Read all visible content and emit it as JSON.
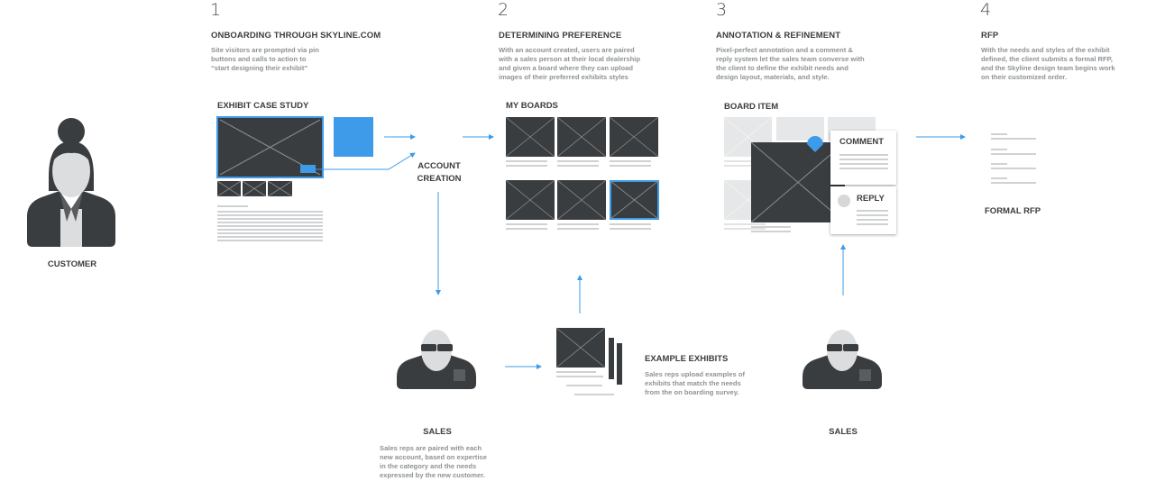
{
  "steps": [
    {
      "number": "1",
      "title": "ONBOARDING THROUGH SKYLINE.COM",
      "lines": [
        "Site visitors are prompted via pin",
        "buttons and calls to action to",
        "“start designing their exhibit”"
      ]
    },
    {
      "number": "2",
      "title": "DETERMINING PREFERENCE",
      "lines": [
        "With an account created, users are paired",
        "with a sales person at their local dealership",
        "and given a board where they can upload",
        "images of their preferred exhibits styles"
      ]
    },
    {
      "number": "3",
      "title": "ANNOTATION & REFINEMENT",
      "lines": [
        "Pixel-perfect annotation and a comment &",
        "reply system let the sales team converse with",
        "the client to define the exhibit needs and",
        "design layout, materials, and style."
      ]
    },
    {
      "number": "4",
      "title": "RFP",
      "lines": [
        "With the needs and styles of the exhibit",
        "defined, the client submits a formal RFP,",
        "and the Skyline design team begins work",
        "on their customized order."
      ]
    }
  ],
  "labels": {
    "customer": "CUSTOMER",
    "exhibit_case_study": "EXHIBIT CASE STUDY",
    "account_creation_1": "ACCOUNT",
    "account_creation_2": "CREATION",
    "my_boards": "MY BOARDS",
    "board_item": "BOARD ITEM",
    "comment": "COMMENT",
    "reply": "REPLY",
    "formal_rfp": "FORMAL RFP",
    "sales_left": "SALES",
    "sales_right": "SALES",
    "example_exhibits": "EXAMPLE EXHIBITS"
  },
  "sales_desc": [
    "Sales reps are paired with each",
    "new account, based on expertise",
    "in the category and the needs",
    "expressed by the new customer."
  ],
  "example_desc": [
    "Sales reps upload examples of",
    "exhibits that match the needs",
    "from the on boarding survey."
  ],
  "colors": {
    "accent": "#3d9be9",
    "dark": "#3a3d3f",
    "placeholder": "#e6e7e8",
    "line": "#cfd1d3"
  }
}
